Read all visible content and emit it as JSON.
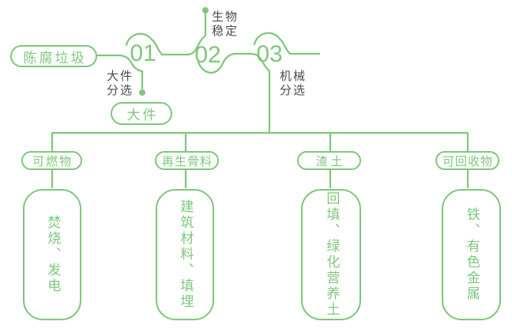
{
  "palette": {
    "line_green": "#7ec87b",
    "label_gray": "#4d4d4d",
    "background": "#ffffff"
  },
  "diagram": {
    "root": {
      "label": "陈腐垃圾"
    },
    "steps": [
      {
        "num": "01",
        "process_lines": [
          "大件",
          "分选"
        ],
        "output": "大件"
      },
      {
        "num": "02",
        "process_lines": [
          "生物",
          "稳定"
        ]
      },
      {
        "num": "03",
        "process_lines": [
          "机械",
          "分选"
        ]
      }
    ],
    "branches": [
      {
        "category": "可燃物",
        "disposal": "焚烧、发电"
      },
      {
        "category": "再生骨料",
        "disposal": "建筑材料、填埋"
      },
      {
        "category": "渣土",
        "disposal": "回填、绿化营养土"
      },
      {
        "category": "可回收物",
        "disposal": "铁、有色金属"
      }
    ]
  }
}
